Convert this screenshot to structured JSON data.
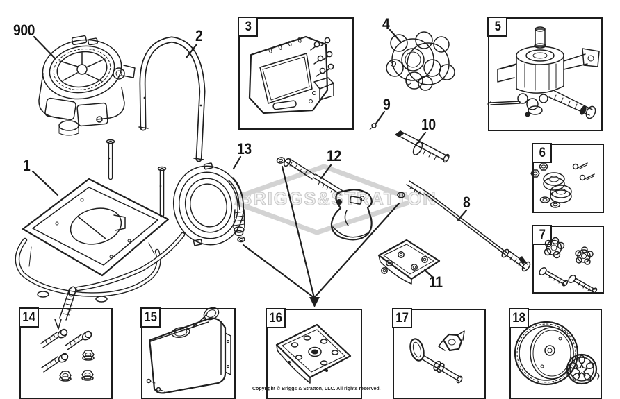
{
  "colors": {
    "line": "#1f1f1f",
    "watermark": "#cccccc",
    "background": "#ffffff"
  },
  "watermark_text": "BRIGGS&STRATTON",
  "copyright": "Copyright © Briggs & Stratton, LLC. All rights reserved.",
  "callouts": {
    "n900": "900",
    "n1": "1",
    "n2": "2",
    "n4": "4",
    "n8": "8",
    "n9": "9",
    "n10": "10",
    "n11": "11",
    "n12": "12",
    "n13": "13"
  },
  "boxes": {
    "n3": "3",
    "n5": "5",
    "n6": "6",
    "n7": "7",
    "n14": "14",
    "n15": "15",
    "n16": "16",
    "n17": "17",
    "n18": "18"
  }
}
